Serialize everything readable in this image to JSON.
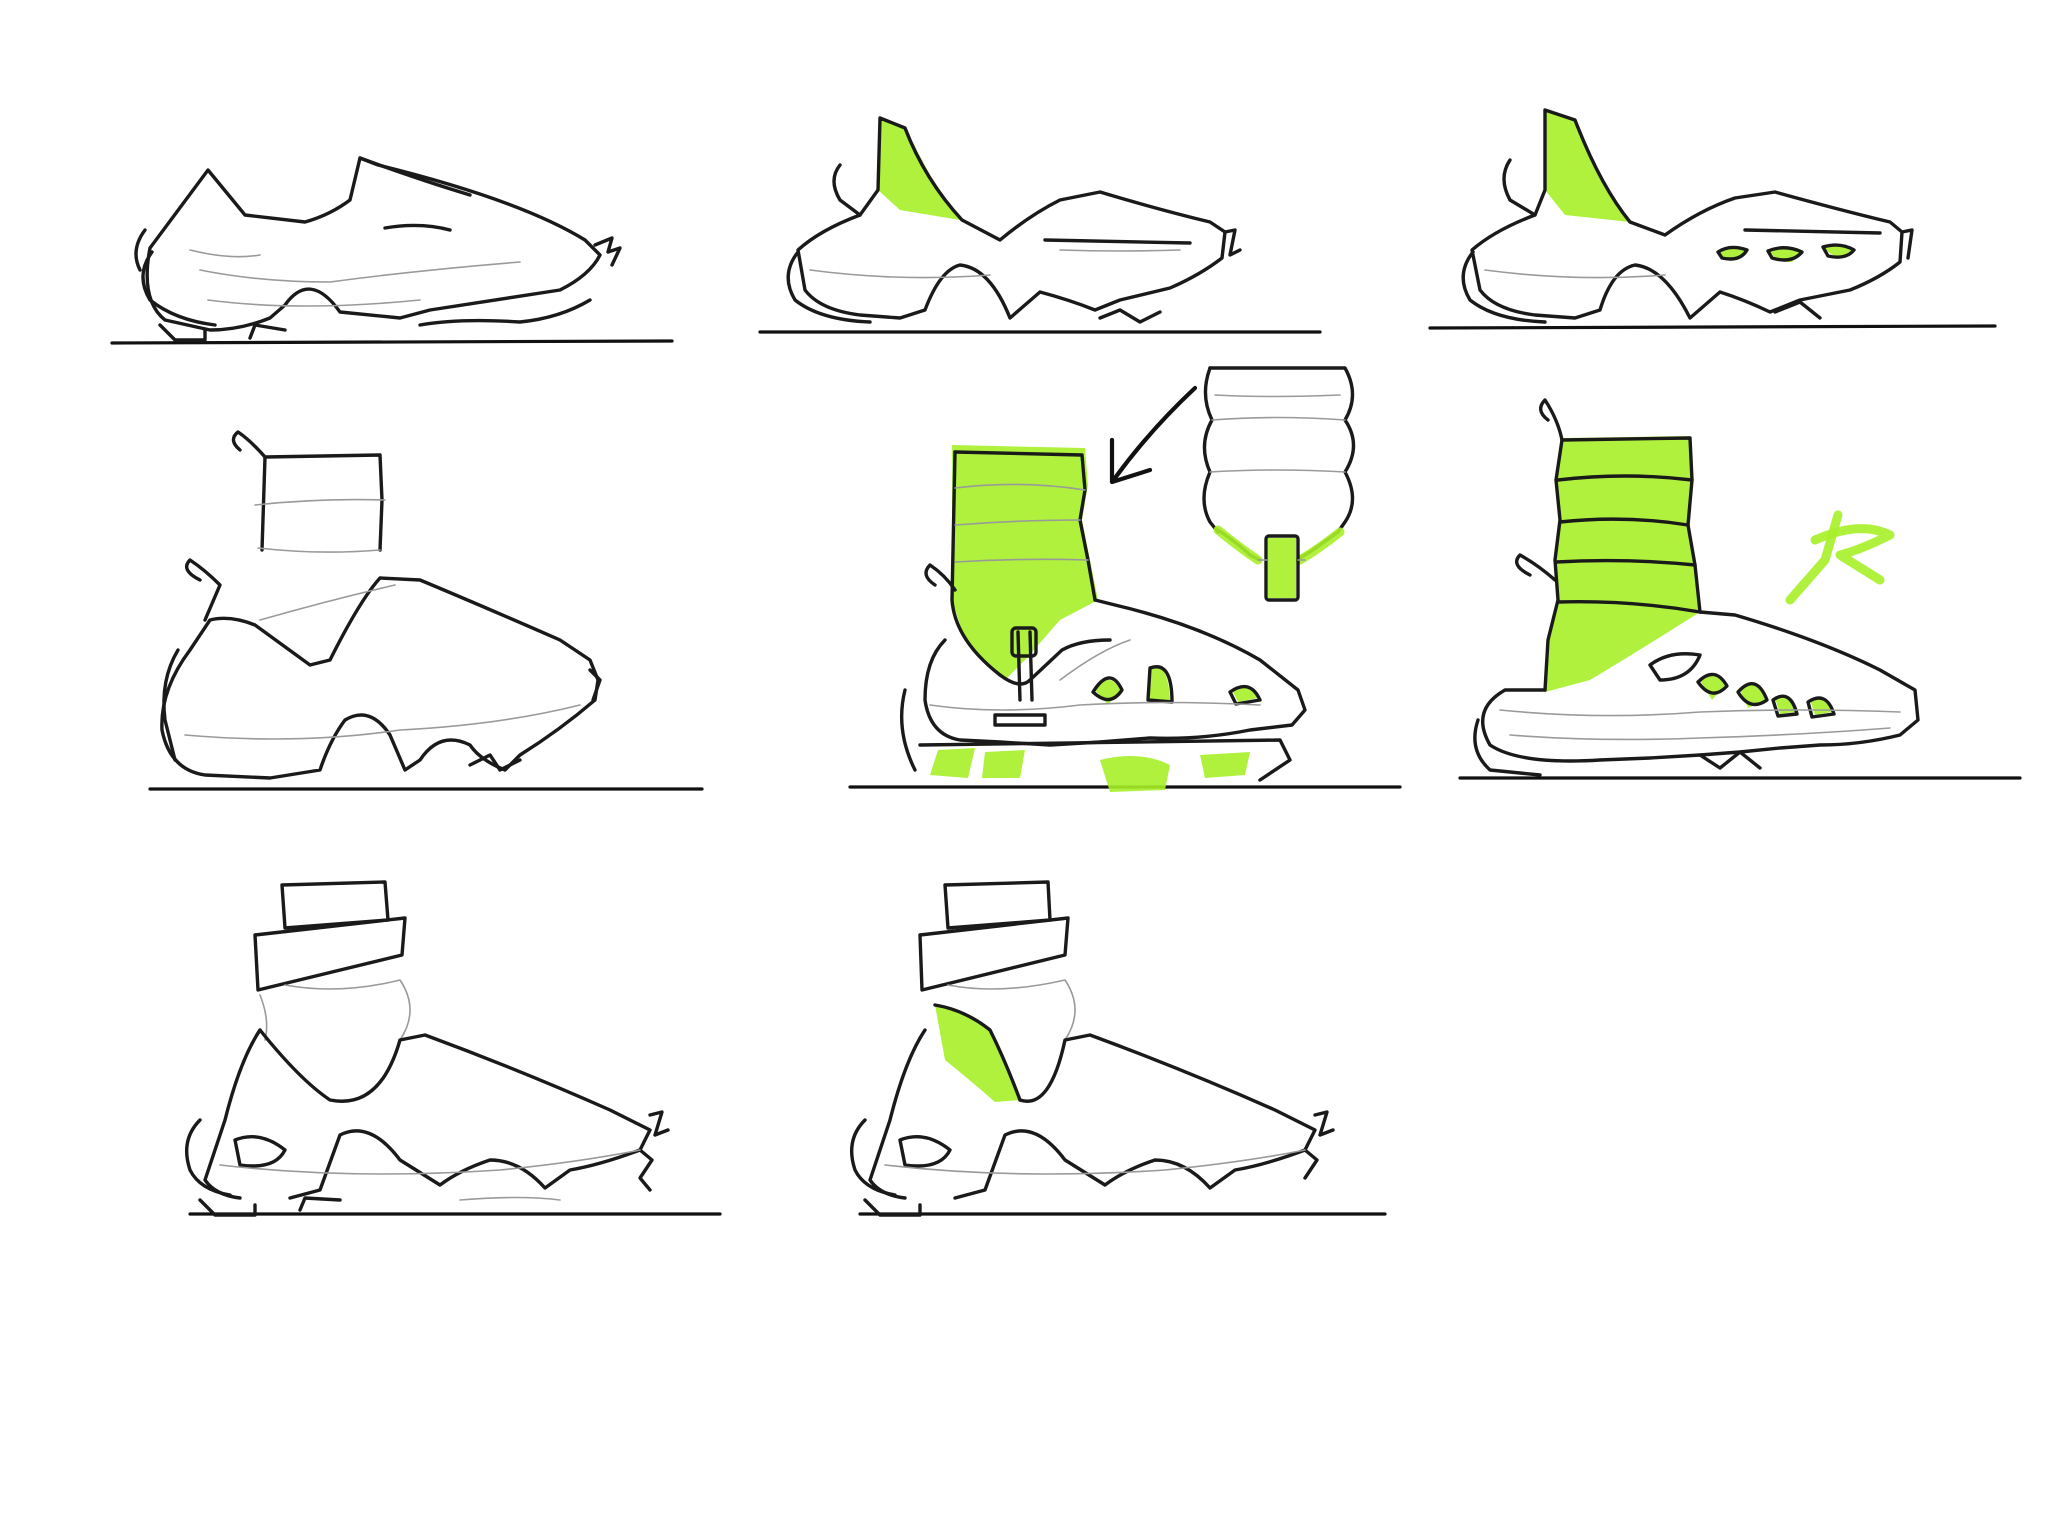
{
  "colors": {
    "background": "#ffffff",
    "ink": "#1a1a1a",
    "pencil": "#9a9a9a",
    "accent_lime": "#a6f028"
  },
  "sketches": [
    {
      "name": "low-shoe-1",
      "highlights": []
    },
    {
      "name": "low-shoe-2",
      "highlights": [
        "heel-tab"
      ]
    },
    {
      "name": "low-shoe-3",
      "highlights": [
        "heel-tab",
        "midsole-windows"
      ]
    },
    {
      "name": "high-boot-1",
      "highlights": []
    },
    {
      "name": "high-boot-2",
      "highlights": [
        "puffer-collar",
        "sole-windows",
        "upper-windows"
      ]
    },
    {
      "name": "high-boot-3",
      "highlights": [
        "puffer-collar",
        "upper-windows",
        "signature-mark"
      ]
    },
    {
      "name": "strap-boot-1",
      "highlights": []
    },
    {
      "name": "strap-boot-2",
      "highlights": [
        "heel-panel"
      ]
    }
  ],
  "callout": {
    "name": "puffer-collar-detail",
    "highlights": [
      "collar-trim",
      "pull-tab"
    ]
  }
}
